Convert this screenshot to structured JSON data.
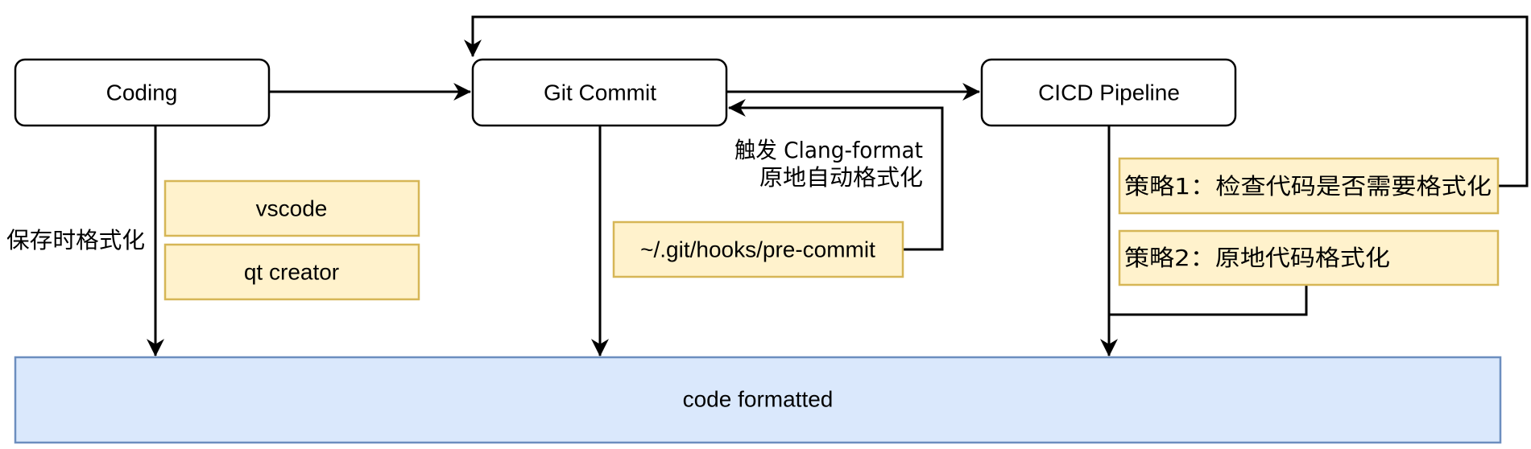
{
  "nodes": {
    "coding": "Coding",
    "git_commit": "Git Commit",
    "cicd_pipeline": "CICD Pipeline",
    "code_formatted": "code formatted"
  },
  "tools": {
    "vscode": "vscode",
    "qt_creator": "qt creator",
    "pre_commit_hook": "~/.git/hooks/pre-commit"
  },
  "labels": {
    "save_format": "保存时格式化",
    "trigger_line1": "触发 Clang-format",
    "trigger_line2": "原地自动格式化"
  },
  "strategies": {
    "strategy1": "策略1：检查代码是否需要格式化",
    "strategy2": "策略2：原地代码格式化"
  },
  "colors": {
    "node_fill": "#ffffff",
    "node_stroke": "#000000",
    "note_fill": "#fff2cc",
    "note_stroke": "#d6b656",
    "output_fill": "#dae8fc",
    "output_stroke": "#6c8ebf",
    "edge": "#000000"
  }
}
